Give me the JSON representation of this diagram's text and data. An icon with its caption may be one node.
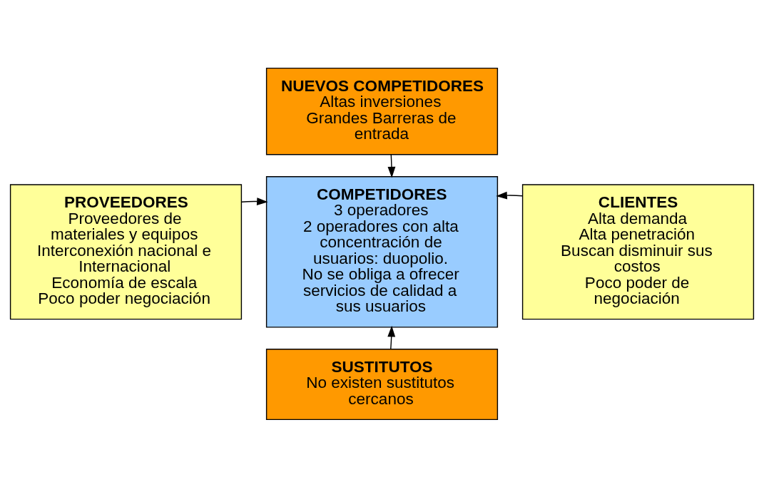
{
  "diagram": {
    "nodes": [
      {
        "text": [
          "NUEVOS COMPETIDORES",
          "Altas inversiones",
          "Grandes Barreras de entrada"
        ]
      },
      {
        "text": [
          "PROVEEDORES",
          "Proveedores de materiales y equipos",
          "Interconexión nacional e Internacional",
          "Economía de escala",
          "Poco poder negociación"
        ]
      },
      {
        "text": [
          "COMPETIDORES",
          "3 operadores",
          "2 operadores con alta concentración de usuarios: duopolio.",
          "No se obliga a ofrecer servicios de calidad a sus usuarios"
        ]
      },
      {
        "text": [
          "CLIENTES",
          "Alta demanda",
          "Alta penetración",
          "Buscan disminuir sus costos",
          "Poco poder de negociación"
        ]
      },
      {
        "text": [
          "SUSTITUTOS",
          "No existen sustitutos cercanos"
        ]
      }
    ],
    "edges": [
      {
        "from": 0,
        "to": 2,
        "arrow": "to"
      },
      {
        "from": 1,
        "to": 2,
        "arrow": "to"
      },
      {
        "from": 3,
        "to": 2,
        "arrow": "to"
      },
      {
        "from": 4,
        "to": 2,
        "arrow": "to"
      }
    ]
  }
}
